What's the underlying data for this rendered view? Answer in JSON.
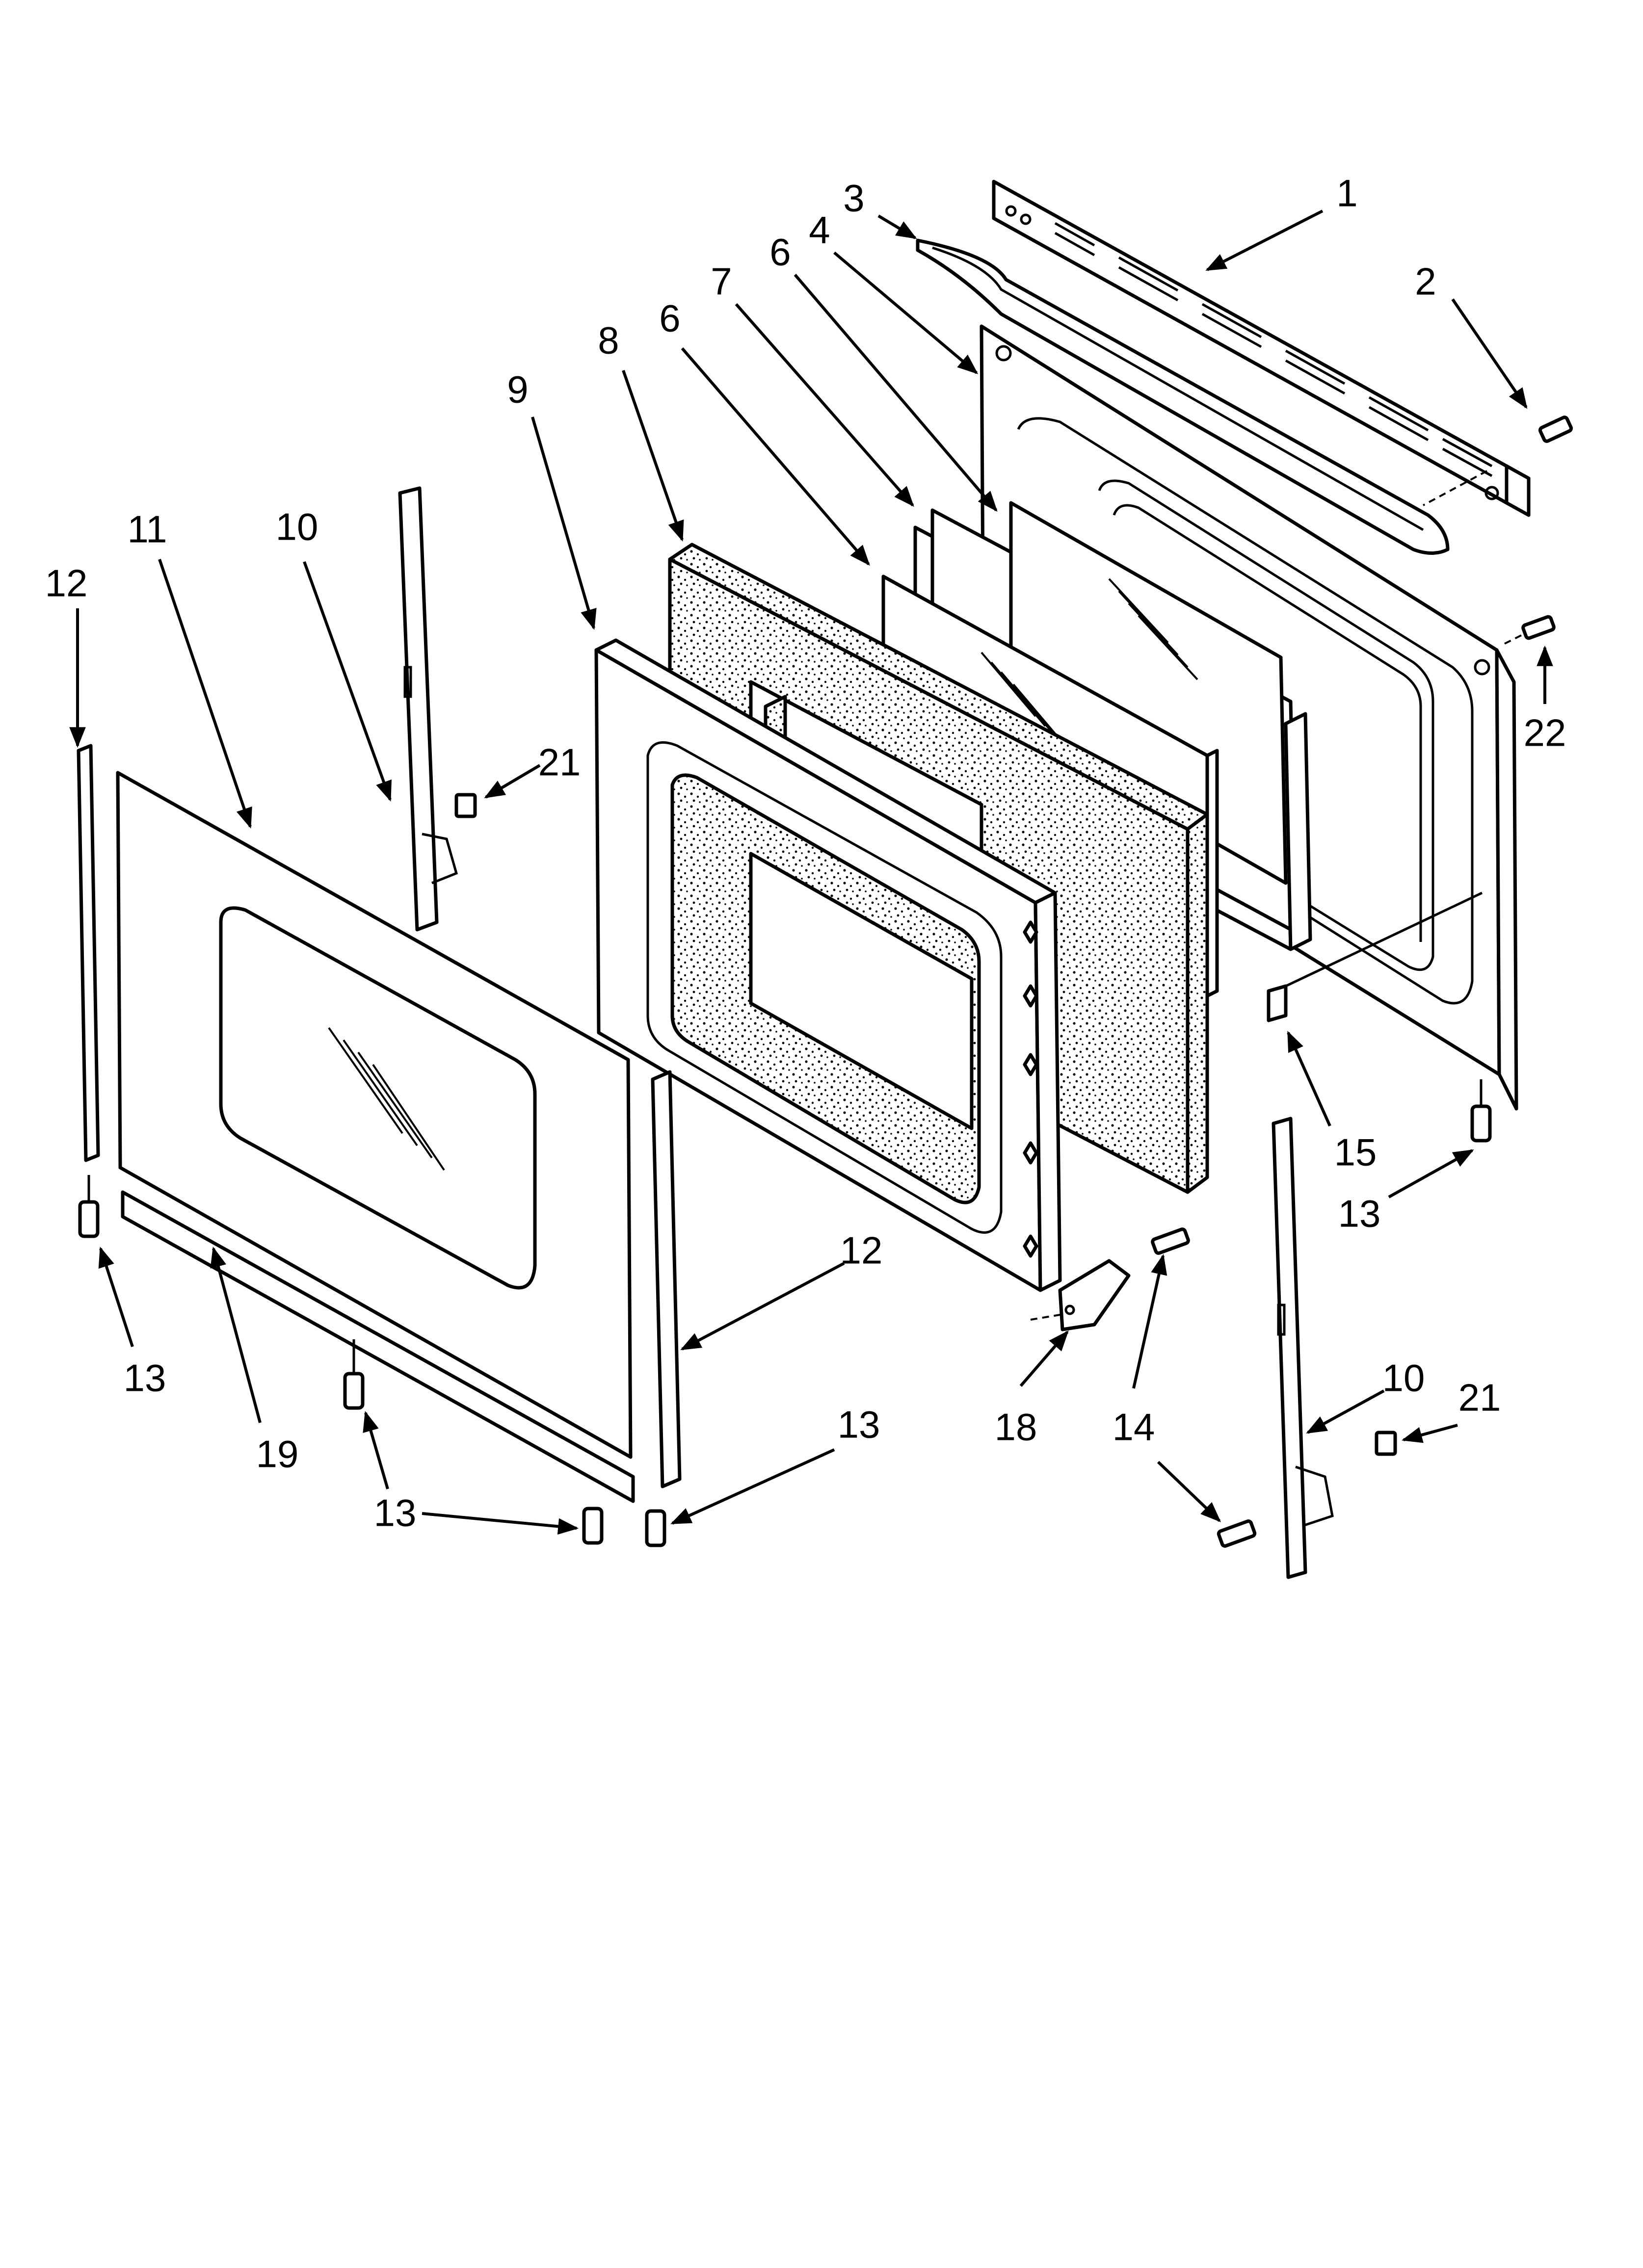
{
  "diagram": {
    "callouts": [
      {
        "id": "c1",
        "text": "1"
      },
      {
        "id": "c2",
        "text": "2"
      },
      {
        "id": "c3",
        "text": "3"
      },
      {
        "id": "c4",
        "text": "4"
      },
      {
        "id": "c6a",
        "text": "6"
      },
      {
        "id": "c7",
        "text": "7"
      },
      {
        "id": "c6b",
        "text": "6"
      },
      {
        "id": "c8",
        "text": "8"
      },
      {
        "id": "c9",
        "text": "9"
      },
      {
        "id": "c11",
        "text": "11"
      },
      {
        "id": "c10a",
        "text": "10"
      },
      {
        "id": "c12a",
        "text": "12"
      },
      {
        "id": "c21a",
        "text": "21"
      },
      {
        "id": "c22",
        "text": "22"
      },
      {
        "id": "c15",
        "text": "15"
      },
      {
        "id": "c13a",
        "text": "13"
      },
      {
        "id": "c12b",
        "text": "12"
      },
      {
        "id": "c13b",
        "text": "13"
      },
      {
        "id": "c19",
        "text": "19"
      },
      {
        "id": "c13c",
        "text": "13"
      },
      {
        "id": "c13d",
        "text": "13"
      },
      {
        "id": "c18",
        "text": "18"
      },
      {
        "id": "c14",
        "text": "14"
      },
      {
        "id": "c10b",
        "text": "10"
      },
      {
        "id": "c21b",
        "text": "21"
      }
    ]
  }
}
